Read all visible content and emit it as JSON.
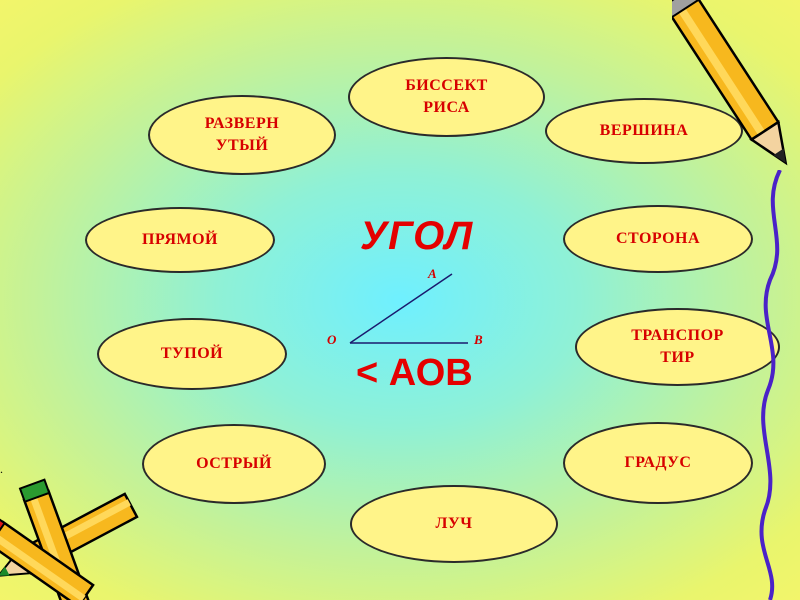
{
  "center": {
    "title": "УГОЛ",
    "angle_label": "< АОВ",
    "points": {
      "a": "A",
      "o": "O",
      "b": "B"
    }
  },
  "ovals": {
    "razvernutyi": "РАЗВЕРН\nУТЫЙ",
    "bissektrisa": "БИССЕКТ\nРИСА",
    "vershina": "ВЕРШИНА",
    "pryamoi": "ПРЯМОЙ",
    "storona": "СТОРОНА",
    "tupoi": "ТУПОЙ",
    "transportir": "ТРАНСПОР\nТИР",
    "ostryi": "ОСТРЫЙ",
    "gradus": "ГРАДУС",
    "luch": "ЛУЧ"
  },
  "decor": {
    "dot": "."
  },
  "colors": {
    "text": "#d70000",
    "oval_fill": "#fff489",
    "title": "#e40000"
  }
}
